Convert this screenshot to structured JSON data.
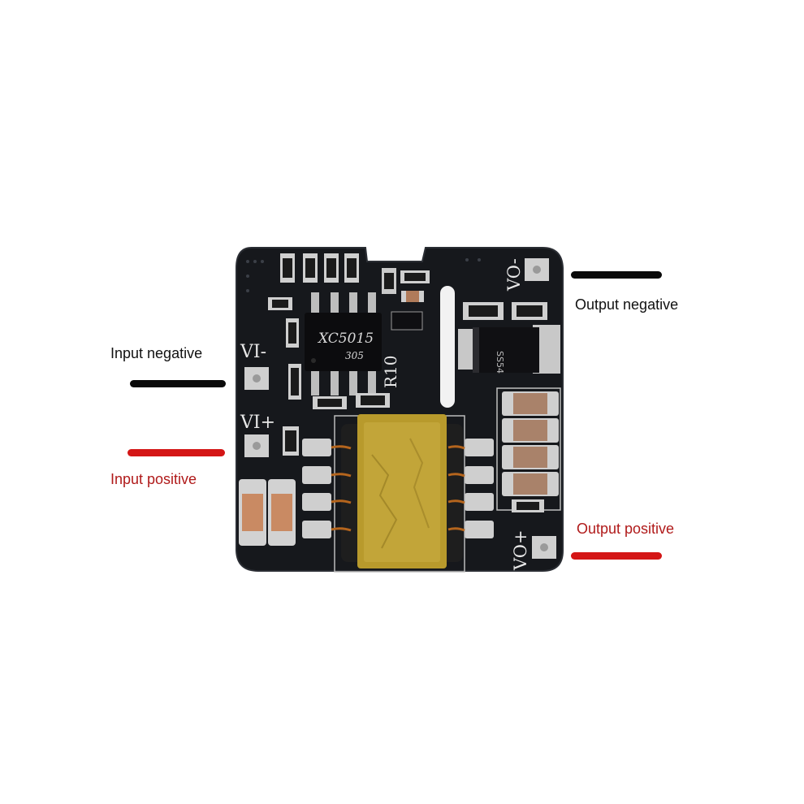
{
  "labels": {
    "input_negative": "Input negative",
    "input_positive": "Input positive",
    "output_negative": "Output negative",
    "output_positive": "Output positive"
  },
  "board_silkscreen": {
    "vi_minus": "VI-",
    "vi_plus": "VI+",
    "vo_minus": "VO-",
    "vo_plus": "VO+",
    "r10": "R10"
  },
  "chip_marking": {
    "line1": "XC5015",
    "line2": "305"
  },
  "diode_marking": "SS54",
  "colors": {
    "negative_wire": "#0a0a0a",
    "positive_wire": "#d41616",
    "negative_text": "#111111",
    "positive_text": "#b01a1a",
    "pcb": "#16181c",
    "transformer_tape": "#b89a2c"
  }
}
